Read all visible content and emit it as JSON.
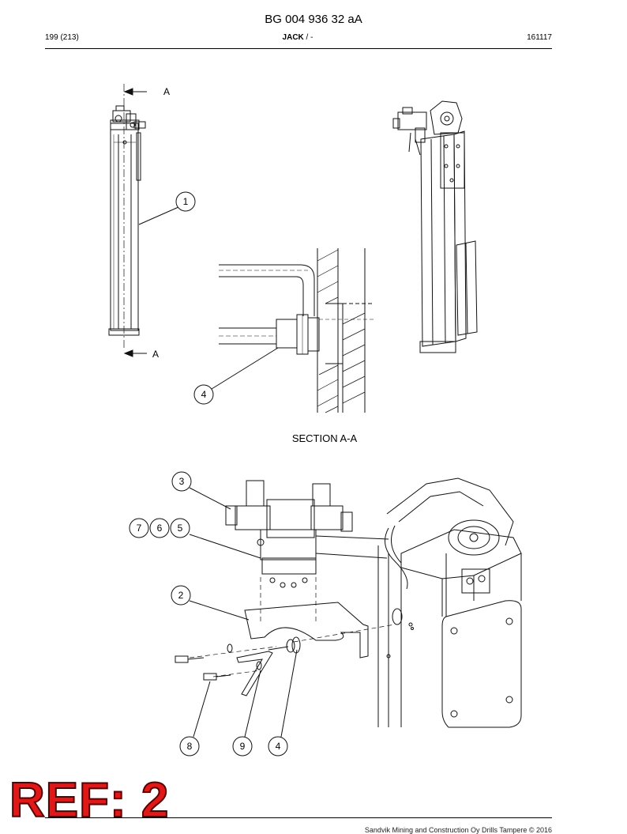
{
  "header": {
    "doc_code": "BG 004 936 32 aA",
    "page": "199 (213)",
    "section": "JACK",
    "section_suffix": " / -",
    "date": "161117"
  },
  "drawing": {
    "section_marker_top": "A",
    "section_marker_bottom": "A",
    "section_caption": "SECTION A-A",
    "callouts": [
      "1",
      "4",
      "3",
      "7",
      "6",
      "5",
      "2",
      "8",
      "9",
      "4"
    ]
  },
  "stamp": {
    "text": "REF: 2"
  },
  "footer": {
    "copyright": "Sandvik Mining and Construction Oy Drills Tampere © 2016"
  }
}
